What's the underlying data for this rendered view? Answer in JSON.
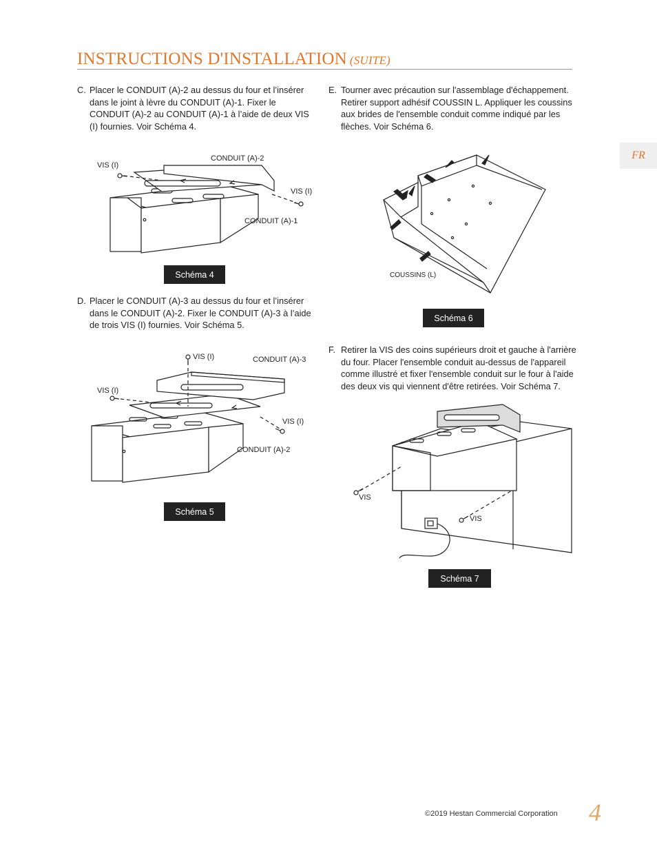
{
  "header": {
    "title": "INSTRUCTIONS D'INSTALLATION",
    "subtitle": "(SUITE)",
    "lang": "FR"
  },
  "steps": {
    "c": {
      "letter": "C.",
      "text": "Placer le CONDUIT (A)-2 au dessus du four et l’insérer dans le joint à lèvre du CONDUIT (A)-1. Fixer le CONDUIT (A)-2 au CONDUIT (A)-1 à l’aide de deux VIS (I) fournies.  Voir Schéma 4."
    },
    "d": {
      "letter": "D.",
      "text": "Placer le CONDUIT (A)-3 au dessus du four et l’insérer dans le CONDUIT (A)-2.  Fixer le CONDUIT (A)-3 à l’aide de trois VIS (I) fournies.  Voir Schéma 5."
    },
    "e": {
      "letter": "E.",
      "text": "Tourner avec précaution sur l'assemblage d'échappement.  Retirer support adhésif COUSSIN L.  Appliquer les coussins aux brides de l'ensemble conduit comme indiqué par les flèches.  Voir Schéma 6."
    },
    "f": {
      "letter": "F.",
      "text": "Retirer la VIS des coins supérieurs droit et gauche à l'arrière du four.  Placer l'ensemble conduit au-dessus de l'appareil comme illustré et fixer l'ensemble conduit sur le four à l'aide des deux vis qui viennent d'être retirées.  Voir Schéma 7."
    }
  },
  "figures": {
    "fig4": {
      "caption": "Schéma 4",
      "labels": {
        "vis_left": "VIS (I)",
        "conduit_top": "CONDUIT (A)-2",
        "vis_right": "VIS (I)",
        "conduit_bottom": "CONDUIT (A)-1"
      }
    },
    "fig5": {
      "caption": "Schéma 5",
      "labels": {
        "vis_top": "VIS (I)",
        "conduit_top": "CONDUIT (A)-3",
        "vis_left": "VIS (I)",
        "vis_right": "VIS (I)",
        "conduit_bottom": "CONDUIT (A)-2"
      }
    },
    "fig6": {
      "caption": "Schéma 6",
      "labels": {
        "coussins": "COUSSINS (L)"
      }
    },
    "fig7": {
      "caption": "Schéma 7",
      "labels": {
        "vis_left": "VIS",
        "vis_right": "VIS"
      }
    }
  },
  "footer": {
    "copyright": "©2019 Hestan Commercial Corporation",
    "page": "4"
  },
  "colors": {
    "accent": "#e0782f",
    "caption_bg": "#222222"
  }
}
